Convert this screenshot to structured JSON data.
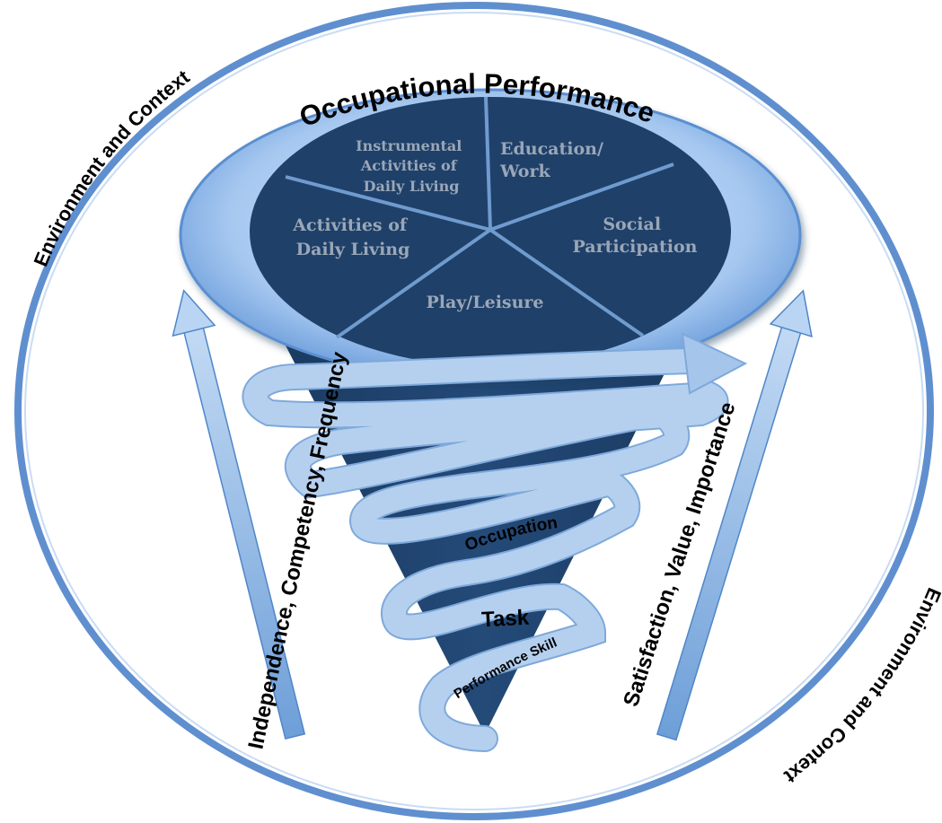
{
  "diagram": {
    "title": "Occupational Performance",
    "areas": {
      "iadl": [
        "Instrumental",
        "Activities of",
        "Daily Living"
      ],
      "education": [
        "Education/",
        "Work"
      ],
      "social": [
        "Social",
        "Participation"
      ],
      "play": "Play/Leisure",
      "adl": [
        "Activities of",
        "Daily Living"
      ]
    },
    "levels": {
      "occupation": "Occupation",
      "task": "Task",
      "skill": "Performance Skill"
    },
    "left_arrow_label": "Independence, Competency, Frequency",
    "right_arrow_label": "Satisfaction, Value, Importance",
    "context_top_left": "Environment and Context",
    "context_bottom_right": "Environment and Context",
    "colors": {
      "ring_outline": "#5f8fcf",
      "dark_navy": "#1f4068",
      "ellipse_light": "#a6c8f0",
      "ellipse_mid": "#6a9edb",
      "spiral": "#a8c8ea",
      "label_gray": "#9aa7b8"
    }
  }
}
